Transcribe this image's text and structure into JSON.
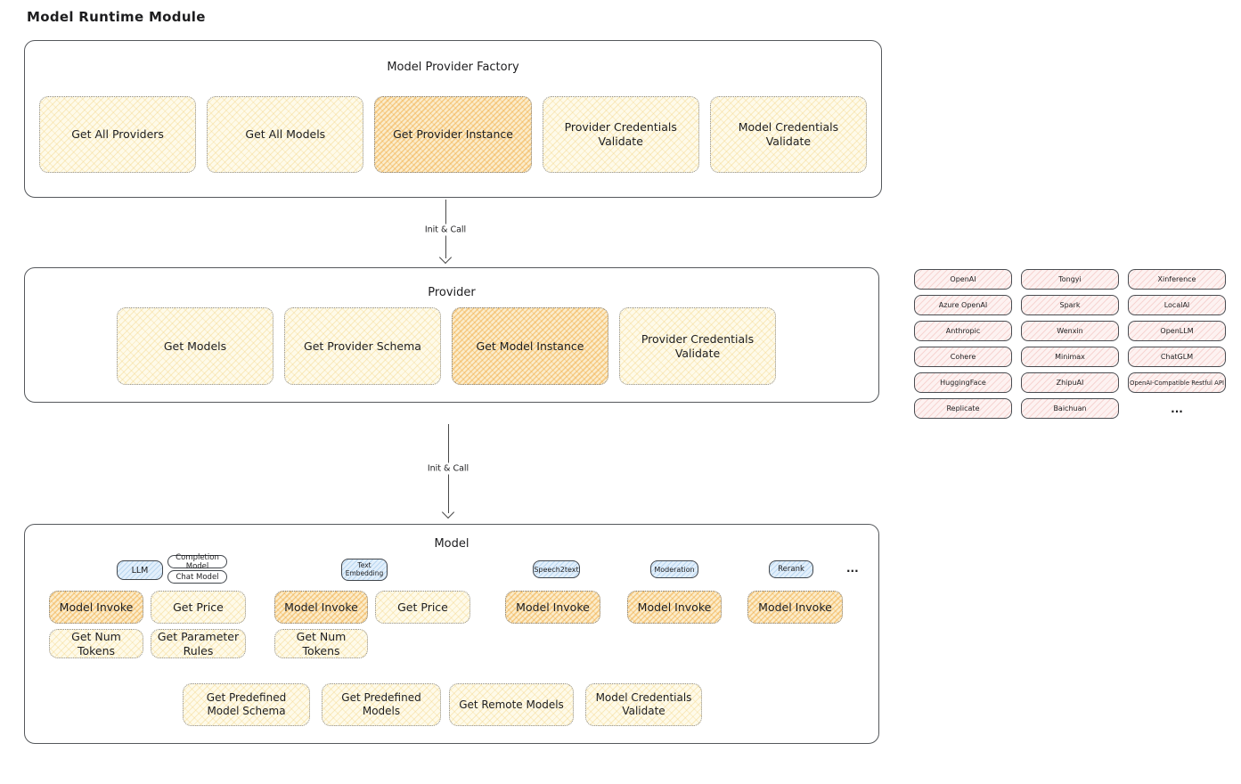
{
  "page_title": "Model Runtime Module",
  "colors": {
    "yellow_fill": "#fefae9",
    "yellow_hatch": "#f3d078",
    "orange_fill": "#fbeccb",
    "orange_hatch": "#f0a637",
    "pink_fill": "#fdf2f1",
    "pink_hatch": "#eb9e98",
    "blue_fill": "#e2effb",
    "blue_hatch": "#7db2e0",
    "panel_border": "#55585c",
    "text": "#1d1d1f"
  },
  "factory": {
    "title": "Model Provider Factory",
    "boxes": [
      {
        "label": "Get All Providers"
      },
      {
        "label": "Get All Models"
      },
      {
        "label": "Get Provider Instance"
      },
      {
        "label": "Provider Credentials Validate"
      },
      {
        "label": "Model Credentials Validate"
      }
    ]
  },
  "arrow1": {
    "label": "Init & Call"
  },
  "provider": {
    "title": "Provider",
    "boxes": [
      {
        "label": "Get Models"
      },
      {
        "label": "Get Provider Schema"
      },
      {
        "label": "Get Model Instance"
      },
      {
        "label": "Provider Credentials Validate"
      }
    ]
  },
  "providers_grid": {
    "items": [
      "OpenAI",
      "Tongyi",
      "Xinference",
      "Azure OpenAI",
      "Spark",
      "LocalAI",
      "Anthropic",
      "Wenxin",
      "OpenLLM",
      "Cohere",
      "Minimax",
      "ChatGLM",
      "HuggingFace",
      "ZhipuAI",
      "OpenAI-Compatible Restful API",
      "Replicate",
      "Baichuan"
    ],
    "more": "..."
  },
  "arrow2": {
    "label": "Init & Call"
  },
  "model": {
    "title": "Model",
    "tags": {
      "llm": "LLM",
      "completion_model": "Completion Model",
      "chat_model": "Chat Model",
      "text_embedding": "Text Embedding",
      "speech2text": "Speech2text",
      "moderation": "Moderation",
      "rerank": "Rerank",
      "more": "..."
    },
    "ops": {
      "model_invoke": "Model Invoke",
      "get_price": "Get Price",
      "get_num_tokens": "Get Num Tokens",
      "get_parameter_rules": "Get Parameter Rules"
    },
    "bottom_boxes": [
      {
        "label": "Get Predefined Model Schema"
      },
      {
        "label": "Get Predefined Models"
      },
      {
        "label": "Get Remote Models"
      },
      {
        "label": "Model Credentials Validate"
      }
    ]
  }
}
